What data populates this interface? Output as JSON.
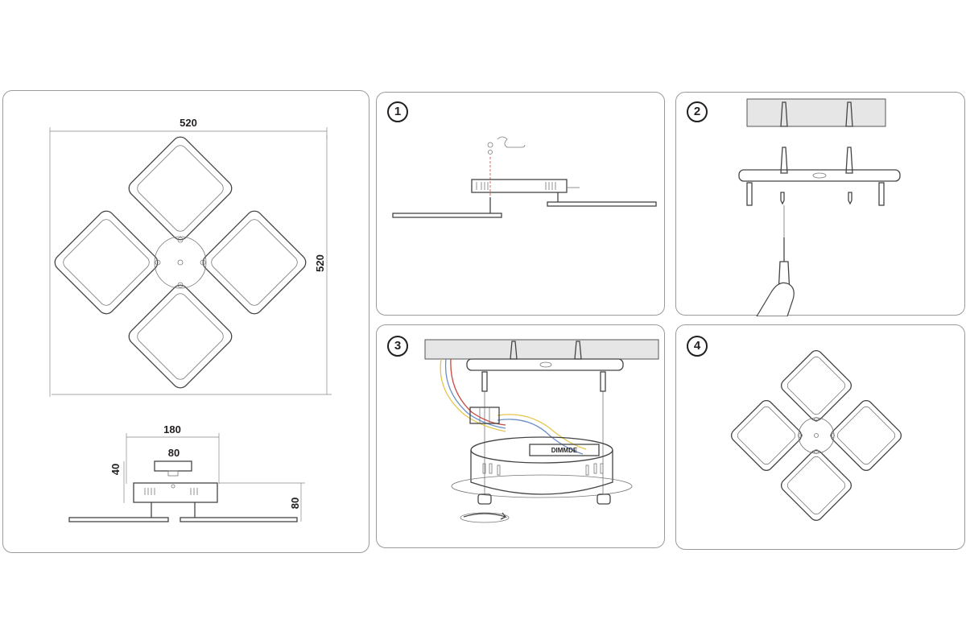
{
  "dimensions": {
    "top_width": "520",
    "top_height": "520",
    "side_width": "180",
    "bracket_width": "80",
    "box_height": "40",
    "total_height": "80"
  },
  "steps": [
    {
      "number": "1"
    },
    {
      "number": "2"
    },
    {
      "number": "3",
      "driver_label": "DIMMDE"
    },
    {
      "number": "4"
    }
  ],
  "colors": {
    "outline": "#444444",
    "panel_border": "#9a9a9a",
    "wire_yellow": "#e3c64a",
    "wire_blue": "#6a8fc9",
    "wire_red": "#c9473f",
    "ceiling_fill": "#e6e6e6"
  },
  "icons": [
    "screwdriver-icon",
    "hand-icon",
    "rotate-arrow-icon",
    "terminal-block-icon"
  ]
}
